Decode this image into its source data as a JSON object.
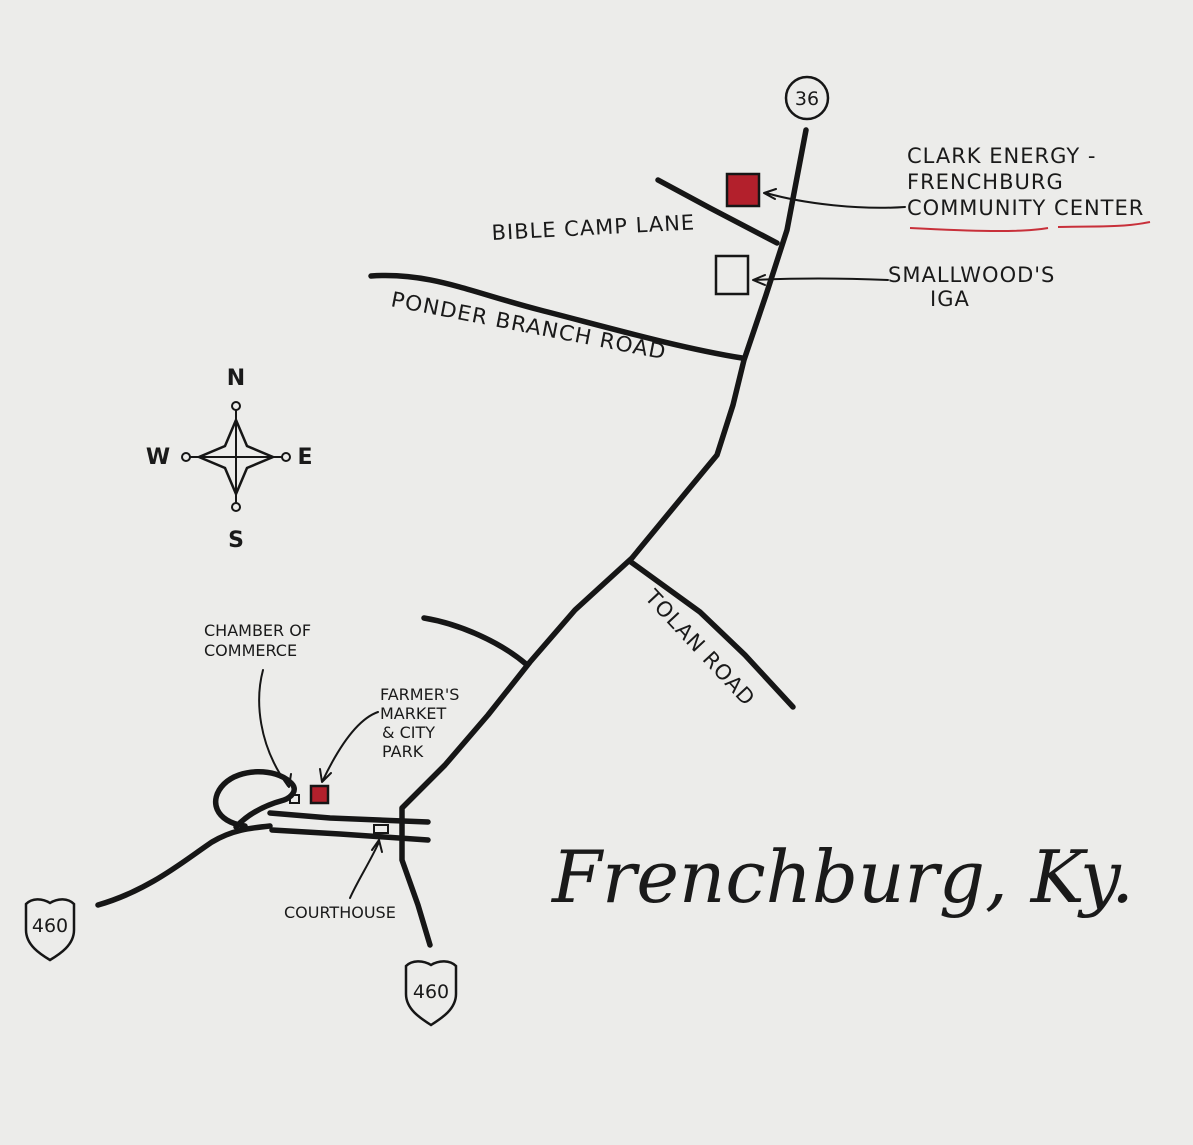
{
  "title": "Frenchburg, Ky.",
  "routes": {
    "north_marker": "36",
    "southwest_shield": "460",
    "south_shield": "460"
  },
  "roads": {
    "bible_camp_lane": "BIBLE CAMP LANE",
    "ponder_branch_road": "PONDER BRANCH ROAD",
    "tolan_road": "TOLAN ROAD"
  },
  "landmarks": {
    "community_center": {
      "line1": "CLARK ENERGY -",
      "line2": "FRENCHBURG",
      "line3": "COMMUNITY CENTER",
      "highlighted": true
    },
    "iga": {
      "line1": "SMALLWOOD'S",
      "line2": "IGA"
    },
    "chamber": {
      "line1": "CHAMBER OF",
      "line2": "COMMERCE"
    },
    "farmers_market": {
      "line1": "FARMER'S",
      "line2": "MARKET",
      "line3": "& CITY",
      "line4": "PARK",
      "highlighted": true
    },
    "courthouse": "COURTHOUSE"
  },
  "compass": {
    "north": "N",
    "south": "S",
    "east": "E",
    "west": "W"
  },
  "colors": {
    "paper": "#ececea",
    "ink": "#161616",
    "highlight_red": "#b3202c",
    "underline_red": "#c8303a"
  }
}
